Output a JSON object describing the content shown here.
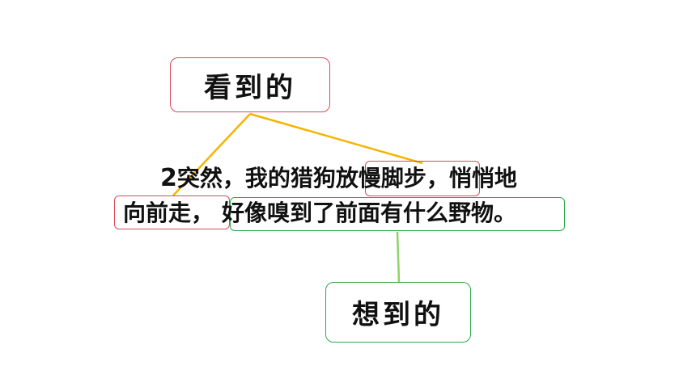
{
  "diagram": {
    "seen_label": "看到的",
    "thought_label": "想到的",
    "sentence": {
      "number": "2",
      "line1_before": "突然，我的猎狗",
      "line1_highlight": "放慢脚步",
      "line1_after": "，悄悄地",
      "line2_highlight_walk": "向前走，",
      "line2_highlight_smell": "好像嗅到了前面有什么野物",
      "line2_end": "。"
    },
    "colors": {
      "seen_border": "#d94a5c",
      "thought_border": "#2ea84a",
      "seen_connector": "#f6b400",
      "thought_connector": "#8fd16a"
    }
  }
}
